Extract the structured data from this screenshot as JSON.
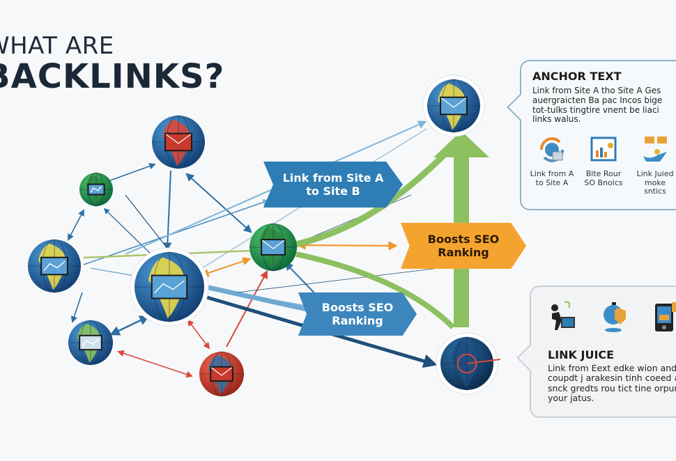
{
  "title": {
    "line1": "WHAT ARE",
    "line2": "BACKLINKS?"
  },
  "banners": {
    "link_a_to_b": [
      "Link from Site A",
      "to Site B"
    ],
    "boosts_orange": [
      "Boosts SEO",
      "Ranking"
    ],
    "boosts_blue": [
      "Boosts SEO",
      "Ranking"
    ]
  },
  "anchor_card": {
    "title": "ANCHOR TEXT",
    "body": "Link from Site A tho Site A Ges auergraicten Ba pac Incos bige tot-tulks tingtire vnent be liaci links walus.",
    "icons": [
      {
        "icon": "network-cycle-icon",
        "label": "Link from A to Site A"
      },
      {
        "icon": "analytics-chart-icon",
        "label": "Bite Rour SO Bnolcs"
      },
      {
        "icon": "hand-envelopes-icon",
        "label": "Link Juied moke sntics"
      }
    ]
  },
  "juice_card": {
    "title": "LINK JUICE",
    "body": "Link from Eext edke wion and coupdt j arakesin tinh coeed ap snck gredts rou tict tine orpurs your jatus.",
    "icons": [
      "person-screen-icon",
      "globe-shield-icon",
      "phone-chart-icon"
    ]
  },
  "nodes": [
    {
      "id": "red-globe-top",
      "icon": "envelope-icon",
      "theme": "red"
    },
    {
      "id": "green-globe-small",
      "icon": "chart-screen-icon",
      "theme": "green"
    },
    {
      "id": "yellow-globe-left",
      "icon": "check-screen-icon",
      "theme": "yellow"
    },
    {
      "id": "center-globe",
      "icon": "trend-chart-icon",
      "theme": "yellow"
    },
    {
      "id": "green-globe-center",
      "icon": "envelope-icon",
      "theme": "green"
    },
    {
      "id": "green-globe-bottom-left",
      "icon": "chart-screen-icon",
      "theme": "lime"
    },
    {
      "id": "orange-globe-bottom",
      "icon": "envelope-icon",
      "theme": "orange"
    },
    {
      "id": "target-globe-top",
      "icon": "envelope-icon",
      "theme": "yellow"
    },
    {
      "id": "target-globe-bottom",
      "icon": "target-icon",
      "theme": "target"
    }
  ],
  "colors": {
    "blue": "#2e7db5",
    "light_blue": "#7fb3d6",
    "green": "#8dc060",
    "orange": "#f4a32e",
    "red": "#d9483b",
    "navy": "#1f4f7a"
  }
}
